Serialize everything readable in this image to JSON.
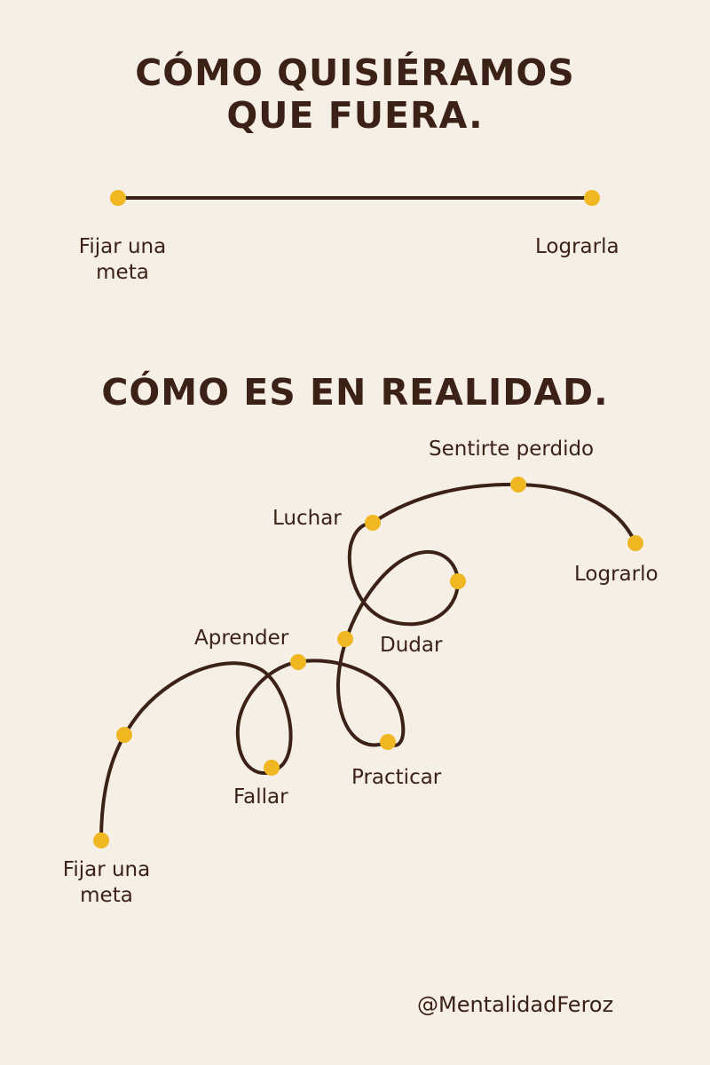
{
  "ideal": {
    "title_line1": "CÓMO QUISIÉRAMOS",
    "title_line2": "QUE FUERA.",
    "start_label_line1": "Fijar una",
    "start_label_line2": "meta",
    "end_label": "Lograrla"
  },
  "reality": {
    "title": "CÓMO ES EN REALIDAD.",
    "labels": {
      "start_line1": "Fijar una",
      "start_line2": "meta",
      "fallar": "Fallar",
      "aprender": "Aprender",
      "practicar": "Practicar",
      "dudar": "Dudar",
      "luchar": "Luchar",
      "sentirte_perdido": "Sentirte perdido",
      "lograrlo": "Lograrlo"
    }
  },
  "handle": "@MentalidadFeroz",
  "colors": {
    "background": "#f6efe6",
    "text": "#3b2116",
    "line": "#3b2116",
    "dot": "#f0b722"
  }
}
